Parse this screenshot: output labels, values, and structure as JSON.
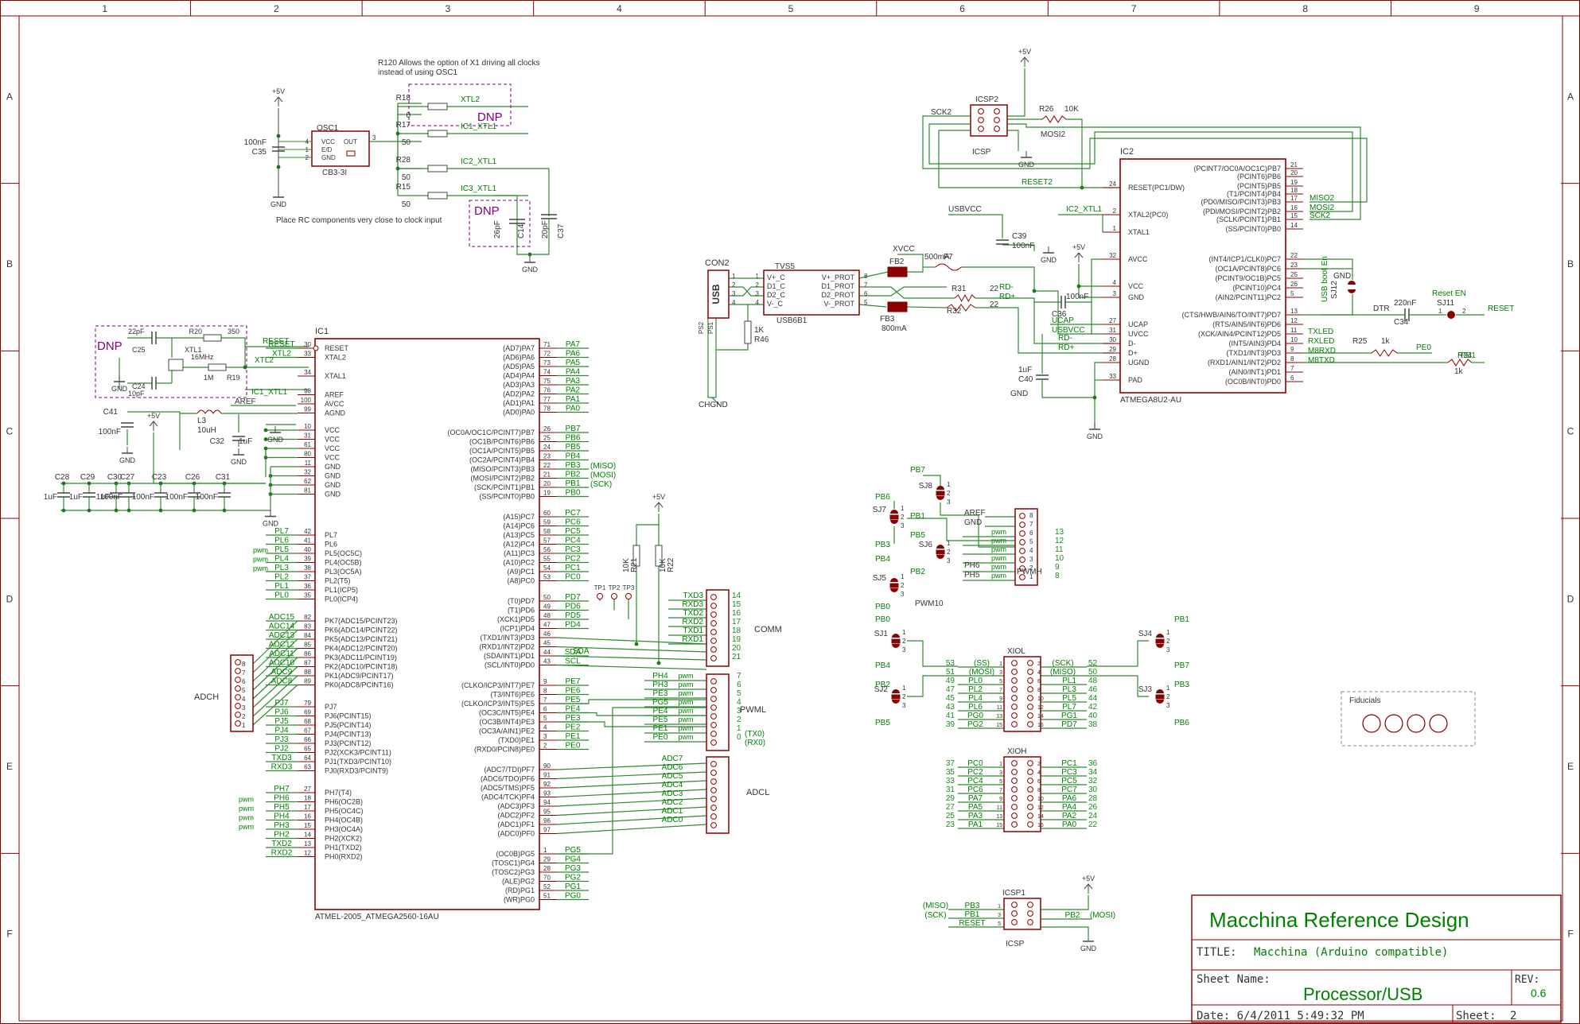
{
  "frame": {
    "columns": [
      "1",
      "2",
      "3",
      "4",
      "5",
      "6",
      "7",
      "8",
      "9"
    ],
    "rows": [
      "A",
      "B",
      "C",
      "D",
      "E",
      "F"
    ]
  },
  "notes": {
    "r120": [
      "R120 Allows the option of X1 driving all clocks",
      "instead of using OSC1"
    ],
    "rc_place": "Place RC components very close to clock input"
  },
  "dnp_label": "DNP",
  "power": {
    "plus5v": "+5V",
    "gnd": "GND",
    "usbvcc": "USBVCC",
    "xvcc": "XVCC",
    "chgnd": "CHGND"
  },
  "osc1": {
    "ref": "OSC1",
    "part": "CB3-3I",
    "pins": [
      "VCC",
      "E/D",
      "GND",
      "OUT"
    ],
    "pinnums": [
      "4",
      "1",
      "2",
      "3"
    ],
    "cap": "100nF",
    "cap_ref": "C35"
  },
  "clock_res": [
    {
      "ref": "R18",
      "val": "0",
      "net": "XTL2"
    },
    {
      "ref": "R17",
      "val": "50",
      "net": "IC1_XTL1"
    },
    {
      "ref": "R28",
      "val": "50",
      "net": "IC2_XTL1"
    },
    {
      "ref": "R15",
      "val": "50",
      "net": "IC3_XTL1"
    }
  ],
  "clock_caps": [
    {
      "val": "26pF",
      "ref": "C14"
    },
    {
      "val": "20pF",
      "ref": "C37"
    }
  ],
  "xtal": {
    "c25": "22pF",
    "c25ref": "C25",
    "c24": "10pF",
    "c24ref": "C24",
    "r20": "R20",
    "r20v": "350",
    "x": "XTL1",
    "f": "16MHz",
    "r19": "R19",
    "r19v": "1M",
    "xtl2": "XTL2",
    "ic1x": "IC1_XTL1"
  },
  "ic1": {
    "ref": "IC1",
    "part": "ATMEL-2005_ATMEGA2560-16AU",
    "left": [
      {
        "n": "30",
        "name": "RESET",
        "net": "RESET"
      },
      {
        "n": "33",
        "name": "XTAL2",
        "net": "XTL2"
      },
      {
        "n": "34",
        "name": "XTAL1",
        "net": ""
      },
      {
        "n": "98",
        "name": "AREF",
        "net": ""
      },
      {
        "n": "100",
        "name": "AVCC",
        "net": ""
      },
      {
        "n": "99",
        "name": "AGND",
        "net": ""
      },
      {
        "n": "10",
        "name": "VCC",
        "net": ""
      },
      {
        "n": "31",
        "name": "VCC",
        "net": ""
      },
      {
        "n": "61",
        "name": "VCC",
        "net": ""
      },
      {
        "n": "80",
        "name": "VCC",
        "net": ""
      },
      {
        "n": "11",
        "name": "GND",
        "net": ""
      },
      {
        "n": "32",
        "name": "GND",
        "net": ""
      },
      {
        "n": "62",
        "name": "GND",
        "net": ""
      },
      {
        "n": "81",
        "name": "GND",
        "net": ""
      },
      {
        "n": "42",
        "name": "PL7",
        "net": "PL7"
      },
      {
        "n": "41",
        "name": "PL6",
        "net": "PL6"
      },
      {
        "n": "40",
        "name": "PL5(OC5C)",
        "net": "PL5"
      },
      {
        "n": "39",
        "name": "PL4(OC5B)",
        "net": "PL4"
      },
      {
        "n": "38",
        "name": "PL3(OC5A)",
        "net": "PL3"
      },
      {
        "n": "37",
        "name": "PL2(T5)",
        "net": "PL2"
      },
      {
        "n": "36",
        "name": "PL1(ICP5)",
        "net": "PL1"
      },
      {
        "n": "35",
        "name": "PL0(ICP4)",
        "net": "PL0"
      },
      {
        "n": "82",
        "name": "PK7(ADC15/PCINT23)",
        "net": "ADC15"
      },
      {
        "n": "83",
        "name": "PK6(ADC14/PCINT22)",
        "net": "ADC14"
      },
      {
        "n": "84",
        "name": "PK5(ADC13/PCINT21)",
        "net": "ADC13"
      },
      {
        "n": "85",
        "name": "PK4(ADC12/PCINT20)",
        "net": "ADC12"
      },
      {
        "n": "86",
        "name": "PK3(ADC11/PCINT19)",
        "net": "ADC11"
      },
      {
        "n": "87",
        "name": "PK2(ADC10/PCINT18)",
        "net": "ADC10"
      },
      {
        "n": "88",
        "name": "PK1(ADC9/PCINT17)",
        "net": "ADC9"
      },
      {
        "n": "89",
        "name": "PK0(ADC8/PCINT16)",
        "net": "ADC8"
      },
      {
        "n": "79",
        "name": "PJ7",
        "net": "PJ7"
      },
      {
        "n": "69",
        "name": "PJ6(PCINT15)",
        "net": "PJ6"
      },
      {
        "n": "68",
        "name": "PJ5(PCINT14)",
        "net": "PJ5"
      },
      {
        "n": "67",
        "name": "PJ4(PCINT13)",
        "net": "PJ4"
      },
      {
        "n": "66",
        "name": "PJ3(PCINT12)",
        "net": "PJ3"
      },
      {
        "n": "65",
        "name": "PJ2(XCK3/PCINT11)",
        "net": "PJ2"
      },
      {
        "n": "64",
        "name": "PJ1(TXD3/PCINT10)",
        "net": "TXD3"
      },
      {
        "n": "63",
        "name": "PJ0(RXD3/PCINT9)",
        "net": "RXD3"
      },
      {
        "n": "27",
        "name": "PH7(T4)",
        "net": "PH7"
      },
      {
        "n": "18",
        "name": "PH6(OC2B)",
        "net": "PH6"
      },
      {
        "n": "17",
        "name": "PH5(OC4C)",
        "net": "PH5"
      },
      {
        "n": "16",
        "name": "PH4(OC4B)",
        "net": "PH4"
      },
      {
        "n": "15",
        "name": "PH3(OC4A)",
        "net": "PH3"
      },
      {
        "n": "14",
        "name": "PH2(XCK2)",
        "net": "PH2"
      },
      {
        "n": "13",
        "name": "PH1(TXD2)",
        "net": "TXD2"
      },
      {
        "n": "12",
        "name": "PH0(RXD2)",
        "net": "RXD2"
      }
    ],
    "right": [
      {
        "n": "71",
        "name": "(AD7)PA7",
        "net": "PA7"
      },
      {
        "n": "72",
        "name": "(AD6)PA6",
        "net": "PA6"
      },
      {
        "n": "73",
        "name": "(AD5)PA5",
        "net": "PA5"
      },
      {
        "n": "74",
        "name": "(AD4)PA4",
        "net": "PA4"
      },
      {
        "n": "75",
        "name": "(AD3)PA3",
        "net": "PA3"
      },
      {
        "n": "76",
        "name": "(AD2)PA2",
        "net": "PA2"
      },
      {
        "n": "77",
        "name": "(AD1)PA1",
        "net": "PA1"
      },
      {
        "n": "78",
        "name": "(AD0)PA0",
        "net": "PA0"
      },
      {
        "n": "26",
        "name": "(OC0A/OC1C/PCINT7)PB7",
        "net": "PB7"
      },
      {
        "n": "25",
        "name": "(OC1B/PCINT6)PB6",
        "net": "PB6"
      },
      {
        "n": "24",
        "name": "(OC1A/PCINT5)PB5",
        "net": "PB5"
      },
      {
        "n": "23",
        "name": "(OC2A/PCINT4)PB4",
        "net": "PB4"
      },
      {
        "n": "22",
        "name": "(MISO/PCINT3)PB3",
        "net": "PB3"
      },
      {
        "n": "21",
        "name": "(MOSI/PCINT2)PB2",
        "net": "PB2"
      },
      {
        "n": "20",
        "name": "(SCK/PCINT1)PB1",
        "net": "PB1"
      },
      {
        "n": "19",
        "name": "(SS/PCINT0)PB0",
        "net": "PB0"
      },
      {
        "n": "60",
        "name": "(A15)PC7",
        "net": "PC7"
      },
      {
        "n": "59",
        "name": "(A14)PC6",
        "net": "PC6"
      },
      {
        "n": "58",
        "name": "(A13)PC5",
        "net": "PC5"
      },
      {
        "n": "57",
        "name": "(A12)PC4",
        "net": "PC4"
      },
      {
        "n": "56",
        "name": "(A11)PC3",
        "net": "PC3"
      },
      {
        "n": "55",
        "name": "(A10)PC2",
        "net": "PC2"
      },
      {
        "n": "54",
        "name": "(A9)PC1",
        "net": "PC1"
      },
      {
        "n": "53",
        "name": "(A8)PC0",
        "net": "PC0"
      },
      {
        "n": "50",
        "name": "(T0)PD7",
        "net": "PD7"
      },
      {
        "n": "49",
        "name": "(T1)PD6",
        "net": "PD6"
      },
      {
        "n": "48",
        "name": "(XCK1)PD5",
        "net": "PD5"
      },
      {
        "n": "47",
        "name": "(ICP1)PD4",
        "net": "PD4"
      },
      {
        "n": "46",
        "name": "(TXD1/INT3)PD3",
        "net": ""
      },
      {
        "n": "45",
        "name": "(RXD1/INT2)PD2",
        "net": ""
      },
      {
        "n": "44",
        "name": "(SDA/INT1)PD1",
        "net": "SDA"
      },
      {
        "n": "43",
        "name": "(SCL/INT0)PD0",
        "net": "SCL"
      },
      {
        "n": "9",
        "name": "(CLKO/ICP3/INT7)PE7",
        "net": "PE7"
      },
      {
        "n": "8",
        "name": "(T3/INT6)PE6",
        "net": "PE6"
      },
      {
        "n": "7",
        "name": "(CLKO/ICP3/INT5)PE5",
        "net": "PE5"
      },
      {
        "n": "6",
        "name": "(OC3C/INT5)PE4",
        "net": "PE4"
      },
      {
        "n": "5",
        "name": "(OC3B/INT4)PE3",
        "net": "PE3"
      },
      {
        "n": "4",
        "name": "(OC3A/AIN1)PE2",
        "net": "PE2"
      },
      {
        "n": "3",
        "name": "(TXD0)PE1",
        "net": "PE1"
      },
      {
        "n": "2",
        "name": "(RXD0/PCIN8)PE0",
        "net": "PE0"
      },
      {
        "n": "90",
        "name": "(ADC7/TDI)PF7",
        "net": ""
      },
      {
        "n": "91",
        "name": "(ADC6/TDO)PF6",
        "net": ""
      },
      {
        "n": "92",
        "name": "(ADC5/TMS)PF5",
        "net": ""
      },
      {
        "n": "93",
        "name": "(ADC4/TCK)PF4",
        "net": ""
      },
      {
        "n": "94",
        "name": "(ADC3)PF3",
        "net": ""
      },
      {
        "n": "95",
        "name": "(ADC2)PF2",
        "net": ""
      },
      {
        "n": "96",
        "name": "(ADC1)PF1",
        "net": ""
      },
      {
        "n": "97",
        "name": "(ADC0)PF0",
        "net": ""
      },
      {
        "n": "1",
        "name": "(OC0B)PG5",
        "net": "PG5"
      },
      {
        "n": "29",
        "name": "(TOSC1)PG4",
        "net": "PG4"
      },
      {
        "n": "28",
        "name": "(TOSC2)PG3",
        "net": "PG3"
      },
      {
        "n": "70",
        "name": "(ALE)PG2",
        "net": "PG2"
      },
      {
        "n": "52",
        "name": "(RD)PG1",
        "net": "PG1"
      },
      {
        "n": "51",
        "name": "(WR)PG0",
        "net": "PG0"
      }
    ],
    "spi_tags": [
      "(MISO)",
      "(MOSI)",
      "(SCK)"
    ]
  },
  "analog": {
    "aref": "AREF",
    "l3": "L3",
    "l3v": "10uH",
    "c41": "C41",
    "c41v": "100nF",
    "c32": "C32",
    "c32v": "1uF"
  },
  "decoupling": [
    {
      "ref": "C28",
      "val": "1uF"
    },
    {
      "ref": "C29",
      "val": "1uF"
    },
    {
      "ref": "C30",
      "val": "1uF"
    },
    {
      "ref": "C27",
      "val": "100nF"
    },
    {
      "ref": "C23",
      "val": "100nF"
    },
    {
      "ref": "C26",
      "val": "100nF"
    },
    {
      "ref": "C31",
      "val": "100nF"
    }
  ],
  "pwm_tag": "pwm",
  "adch": {
    "ref": "ADCH",
    "pins": [
      "8",
      "7",
      "6",
      "5",
      "4",
      "3",
      "2",
      "1"
    ]
  },
  "testpoints": {
    "labels": [
      "TP1",
      "TP2",
      "TP3"
    ],
    "r21": "R21",
    "r22": "R22",
    "rv": "10K"
  },
  "comm": {
    "ref": "COMM",
    "nets": [
      "TXD3",
      "RXD3",
      "TXD2",
      "RXD2",
      "TXD1",
      "RXD1"
    ],
    "nums": [
      "14",
      "15",
      "16",
      "17",
      "18",
      "19",
      "20",
      "21"
    ]
  },
  "pwml": {
    "ref": "PWML",
    "nets": [
      "PH4",
      "PH3",
      "PE3",
      "PG5",
      "PE4",
      "PE5",
      "PE1",
      "PE0"
    ],
    "nums": [
      "7",
      "6",
      "5",
      "4",
      "3",
      "2",
      "1",
      "0"
    ],
    "tx": "(TX0)",
    "rx": "(RX0)"
  },
  "adcl": {
    "ref": "ADCL",
    "nets": [
      "ADC7",
      "ADC6",
      "ADC5",
      "ADC4",
      "ADC3",
      "ADC2",
      "ADC1",
      "ADC0"
    ]
  },
  "usb": {
    "con": "CON2",
    "conlabel": "USB",
    "shield": [
      "PS2",
      "PS1"
    ],
    "tvs": "TVS5",
    "tvspart": "USB6B1",
    "tvsleft": [
      "V+_C",
      "D1_C",
      "D2_C",
      "V-_C"
    ],
    "tvsright": [
      "V+_PROT",
      "D1_PROT",
      "D2_PROT",
      "V-_PROT"
    ],
    "tvsln": [
      "1",
      "2",
      "3",
      "4"
    ],
    "tvsrn": [
      "8",
      "7",
      "6",
      "5"
    ],
    "r46": "R46",
    "r46v": "1K",
    "fb2": "FB2",
    "fb3": "FB3",
    "fb3v": "800mA",
    "f7": "F7",
    "f7v": "500mA",
    "r31": "R31",
    "r32": "R32",
    "rv": "22",
    "rdm": "RD-",
    "rdp": "RD+"
  },
  "icsp2": {
    "ref": "ICSP2",
    "label": "ICSP",
    "sck": "SCK2",
    "mosi": "MOSI2",
    "r26": "R26",
    "r26v": "10K",
    "reset": "RESET2"
  },
  "ic2": {
    "ref": "IC2",
    "part": "ATMEGA8U2-AU",
    "left": [
      {
        "n": "24",
        "name": "RESET(PC1/DW)"
      },
      {
        "n": "2",
        "name": "XTAL2(PC0)"
      },
      {
        "n": "1",
        "name": "XTAL1"
      },
      {
        "n": "32",
        "name": "AVCC"
      },
      {
        "n": "4",
        "name": "VCC"
      },
      {
        "n": "3",
        "name": "GND"
      },
      {
        "n": "27",
        "name": "UCAP"
      },
      {
        "n": "31",
        "name": "UVCC"
      },
      {
        "n": "30",
        "name": "D-"
      },
      {
        "n": "29",
        "name": "D+"
      },
      {
        "n": "28",
        "name": "UGND"
      },
      {
        "n": "33",
        "name": "PAD"
      }
    ],
    "right": [
      {
        "n": "21",
        "name": "(PCINT7/OC0A/OC1C)PB7"
      },
      {
        "n": "20",
        "name": "(PCINT6)PB6"
      },
      {
        "n": "19",
        "name": "(PCINT5)PB5"
      },
      {
        "n": "18",
        "name": "(T1/PCINT4)PB4"
      },
      {
        "n": "17",
        "name": "(PD0/MISO/PCINT3)PB3"
      },
      {
        "n": "16",
        "name": "(PDI/MOSI/PCINT2)PB2"
      },
      {
        "n": "15",
        "name": "(SCLK/PCINT1)PB1"
      },
      {
        "n": "14",
        "name": "(SS/PCINT0)PB0"
      },
      {
        "n": "22",
        "name": "(INT4/ICP1/CLK0)PC7"
      },
      {
        "n": "23",
        "name": "(OC1A/PCINT8)PC6"
      },
      {
        "n": "25",
        "name": "(PCINT9/OC1B)PC5"
      },
      {
        "n": "26",
        "name": "(PCINT10)PC4"
      },
      {
        "n": "5",
        "name": "(AIN2/PCINT11)PC2"
      },
      {
        "n": "13",
        "name": "(CTS/HWB/AIN6/TO/INT7)PD7"
      },
      {
        "n": "12",
        "name": "(RTS/AIN5/INT6)PD6"
      },
      {
        "n": "11",
        "name": "(XCK/AIN4/PCINT12)PD5"
      },
      {
        "n": "10",
        "name": "(INT5/AIN3)PD4"
      },
      {
        "n": "9",
        "name": "(TXD1/INT3)PD3"
      },
      {
        "n": "8",
        "name": "(RXD1/AIN1/INT2)PD2"
      },
      {
        "n": "7",
        "name": "(AIN0/INT1)PD1"
      },
      {
        "n": "6",
        "name": "(OC0B/INT0)PD0"
      }
    ],
    "spi": [
      "MISO2",
      "MOSI2",
      "SCK2"
    ],
    "nets": {
      "txled": "TXLED",
      "rxled": "RXLED",
      "m8rxd": "M8RXD",
      "m8txd": "M8TXD",
      "pe0": "PE0",
      "pe1": "PE1",
      "r25": "R25",
      "r24": "R24",
      "rv": "1k",
      "dtr": "DTR",
      "c34": "C34",
      "c34v": "220nF",
      "sj11": "SJ11",
      "reseten": "Reset EN",
      "reset": "RESET",
      "sj12": "SJ12",
      "usbboot": "USB boot En",
      "xtl1": "IC2_XTL1"
    },
    "caps": {
      "c39": "C39",
      "c39v": "100nF",
      "c36": "C36",
      "c36v": "100nF",
      "c40": "C40",
      "c40v": "1uF",
      "ucap": "UCAP"
    }
  },
  "pwmh": {
    "ref": "PWMH",
    "sj": [
      "SJ8",
      "SJ7",
      "SJ6",
      "SJ5"
    ],
    "sjnets": [
      "PB7",
      "PB6",
      "PB1",
      "PB3",
      "PB5",
      "PB4",
      "PB2",
      "PB0"
    ],
    "aref": "AREF",
    "gnd": "GND",
    "nets": [
      "PH6",
      "PH5"
    ],
    "pwm10": "PWM10",
    "nums": [
      "13",
      "12",
      "11",
      "10",
      "9",
      "8"
    ],
    "pins": [
      "8",
      "7",
      "6",
      "5",
      "4",
      "3",
      "2",
      "1"
    ]
  },
  "xiol": {
    "ref": "XIOL",
    "left": [
      {
        "num": "53",
        "net": "",
        "tag": "(SS)"
      },
      {
        "num": "51",
        "net": "",
        "tag": "(MOSI)"
      },
      {
        "num": "49",
        "net": "PL0"
      },
      {
        "num": "47",
        "net": "PL2"
      },
      {
        "num": "45",
        "net": "PL4"
      },
      {
        "num": "43",
        "net": "PL6"
      },
      {
        "num": "41",
        "net": "PG0"
      },
      {
        "num": "39",
        "net": "PG2"
      }
    ],
    "right": [
      {
        "num": "52",
        "net": "",
        "tag": "(SCK)"
      },
      {
        "num": "50",
        "net": "",
        "tag": "(MISO)"
      },
      {
        "num": "48",
        "net": "PL1"
      },
      {
        "num": "46",
        "net": "PL3"
      },
      {
        "num": "44",
        "net": "PL5"
      },
      {
        "num": "42",
        "net": "PL7"
      },
      {
        "num": "40",
        "net": "PG1"
      },
      {
        "num": "38",
        "net": "PD7"
      }
    ],
    "sj": [
      "SJ1",
      "SJ2",
      "SJ4",
      "SJ3"
    ],
    "sjnets": [
      "PB0",
      "PB4",
      "PB2",
      "PB5",
      "PB1",
      "PB7",
      "PB3",
      "PB6"
    ]
  },
  "xioh": {
    "ref": "XIOH",
    "left": [
      {
        "num": "37",
        "net": "PC0"
      },
      {
        "num": "35",
        "net": "PC2"
      },
      {
        "num": "33",
        "net": "PC4"
      },
      {
        "num": "31",
        "net": "PC6"
      },
      {
        "num": "29",
        "net": "PA7"
      },
      {
        "num": "27",
        "net": "PA5"
      },
      {
        "num": "25",
        "net": "PA3"
      },
      {
        "num": "23",
        "net": "PA1"
      }
    ],
    "right": [
      {
        "num": "36",
        "net": "PC1"
      },
      {
        "num": "34",
        "net": "PC3"
      },
      {
        "num": "32",
        "net": "PC5"
      },
      {
        "num": "30",
        "net": "PC7"
      },
      {
        "num": "28",
        "net": "PA6"
      },
      {
        "num": "26",
        "net": "PA4"
      },
      {
        "num": "24",
        "net": "PA2"
      },
      {
        "num": "22",
        "net": "PA0"
      }
    ]
  },
  "icsp1": {
    "ref": "ICSP1",
    "label": "ICSP",
    "left": [
      "PB3",
      "PB1",
      "RESET"
    ],
    "right": [
      "PB2"
    ],
    "tags": [
      "(MISO)",
      "(SCK)",
      "(MOSI)"
    ]
  },
  "fiducials": "Fiducials",
  "title_block": {
    "main": "Macchina Reference Design",
    "title_label": "TITLE:",
    "title": "Macchina (Arduino compatible)",
    "sheet_name_label": "Sheet Name:",
    "sheet_name": "Processor/USB",
    "rev_label": "REV:",
    "rev": "0.6",
    "date": "Date: 6/4/2011 5:49:32 PM",
    "sheet_label": "Sheet:",
    "sheet": "2"
  },
  "colors": {
    "net": "#008000",
    "part": "#8b0000",
    "dnp": "#800080",
    "pin": "#a01010",
    "text": "#444444",
    "frame": "#880000"
  }
}
